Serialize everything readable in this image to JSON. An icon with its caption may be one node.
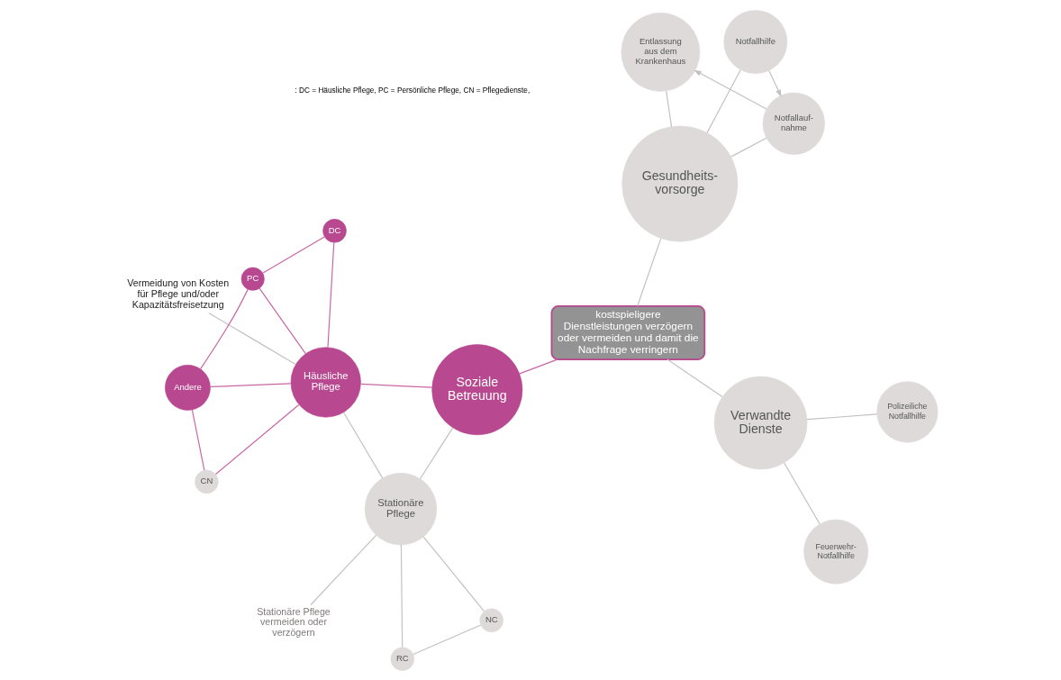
{
  "diagram": {
    "nodes": [
      {
        "text": [
          "kostspieligere Dienstleistungen verzögern oder vermeiden und damit die Nachfrage verringern"
        ]
      },
      {
        "text": [
          "Soziale Betreuung"
        ]
      },
      {
        "text": [
          "Häusliche Pflege"
        ]
      },
      {
        "text": [
          "DC"
        ]
      },
      {
        "text": [
          "PC"
        ]
      },
      {
        "text": [
          "Andere"
        ]
      },
      {
        "text": [
          "CN"
        ]
      },
      {
        "text": [
          "Stationäre Pflege"
        ]
      },
      {
        "text": [
          "RC"
        ]
      },
      {
        "text": [
          "NC"
        ]
      },
      {
        "text": [
          "Gesundheits- vorsorge"
        ]
      },
      {
        "text": [
          "Entlassung aus dem Krankenhaus"
        ]
      },
      {
        "text": [
          "Notfallauf- nahme"
        ]
      },
      {
        "text": [
          "Notfallhilfe"
        ]
      },
      {
        "text": [
          "Verwandte Dienste"
        ]
      },
      {
        "text": [
          "Feuerwehr- Notfallhilfe"
        ]
      },
      {
        "text": [
          "Polizeiliche Notfallhilfe"
        ]
      },
      {
        "text": [
          "Vermeidung von Kosten für Pflege und/oder Kapazitätsfreisetzung"
        ]
      },
      {
        "text": [
          "Stationäre Pflege vermeiden oder verzögern"
        ]
      }
    ],
    "edges": [
      {
        "from": 0,
        "to": 1,
        "arrow": "none",
        "color": "#c966a6"
      },
      {
        "from": 1,
        "to": 2,
        "arrow": "none",
        "color": "#c966a6"
      },
      {
        "from": 1,
        "to": 7,
        "arrow": "none"
      },
      {
        "from": 2,
        "to": 3,
        "arrow": "none",
        "color": "#c966a6"
      },
      {
        "from": 2,
        "to": 4,
        "arrow": "none",
        "color": "#c966a6"
      },
      {
        "from": 2,
        "to": 5,
        "arrow": "none",
        "color": "#c966a6"
      },
      {
        "from": 2,
        "to": 6,
        "arrow": "none",
        "color": "#c966a6"
      },
      {
        "from": 3,
        "to": 4,
        "arrow": "none",
        "color": "#c966a6"
      },
      {
        "from": 4,
        "to": 5,
        "arrow": "none",
        "color": "#c966a6"
      },
      {
        "from": 5,
        "to": 6,
        "arrow": "none",
        "color": "#c966a6"
      },
      {
        "from": 2,
        "to": 7,
        "arrow": "none"
      },
      {
        "from": 2,
        "to": 17,
        "arrow": "none"
      },
      {
        "from": 7,
        "to": 8,
        "arrow": "none"
      },
      {
        "from": 7,
        "to": 9,
        "arrow": "none"
      },
      {
        "from": 8,
        "to": 9,
        "arrow": "none"
      },
      {
        "from": 7,
        "to": 18,
        "arrow": "none"
      },
      {
        "from": 0,
        "to": 10,
        "arrow": "none"
      },
      {
        "from": 10,
        "to": 11,
        "arrow": "none"
      },
      {
        "from": 10,
        "to": 12,
        "arrow": "none"
      },
      {
        "from": 10,
        "to": 13,
        "arrow": "none"
      },
      {
        "from": 13,
        "to": 12,
        "arrow": "to"
      },
      {
        "from": 12,
        "to": 11,
        "arrow": "to"
      },
      {
        "from": 0,
        "to": 14,
        "arrow": "none"
      },
      {
        "from": 14,
        "to": 15,
        "arrow": "none"
      },
      {
        "from": 14,
        "to": 16,
        "arrow": "none"
      }
    ],
    "labels": [
      ": DC = Häusliche Pflege, PC = Persönliche Pflege, CN = Pflegedienste,"
    ]
  }
}
